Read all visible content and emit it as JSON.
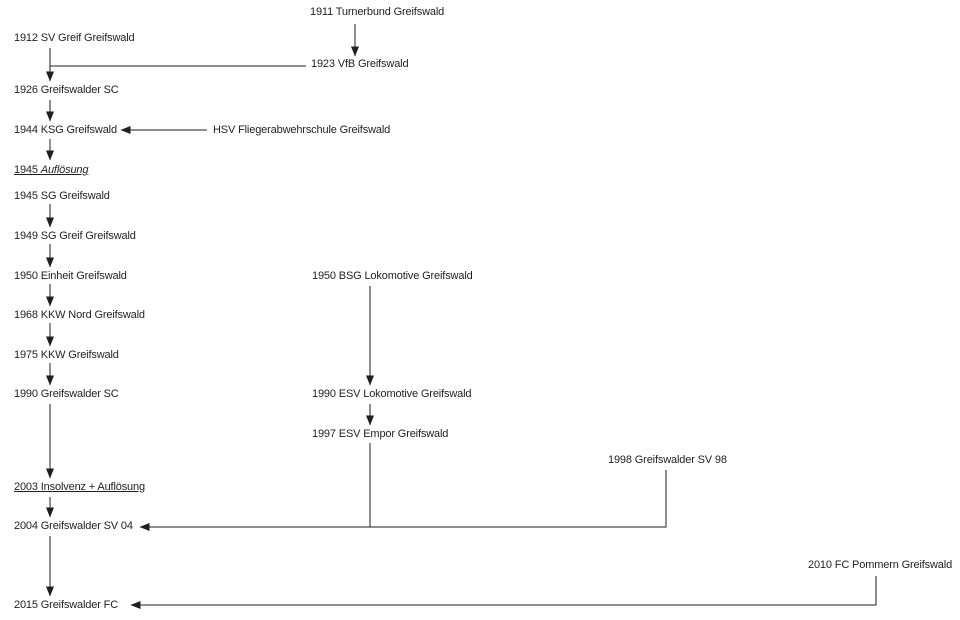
{
  "diagram": {
    "colors": {
      "background": "#ffffff",
      "text": "#1f1f1f",
      "line": "#1f1f1f"
    },
    "nodes": {
      "turnerbund_1911": {
        "label": "1911 Turnerbund Greifswald"
      },
      "sv_greif_1912": {
        "label": "1912 SV Greif Greifswald"
      },
      "vfb_1923": {
        "label": "1923 VfB Greifswald"
      },
      "gsc_1926": {
        "label": "1926 Greifswalder SC"
      },
      "ksg_1944": {
        "label": "1944 KSG Greifswald"
      },
      "hsv_flieger": {
        "label": "HSV Fliegerabwehrschule Greifswald"
      },
      "aufloesung_1945": {
        "year": "1945",
        "name": "Auflösung"
      },
      "sg_1945": {
        "label": "1945 SG Greifswald"
      },
      "sg_greif_1949": {
        "label": "1949 SG Greif Greifswald"
      },
      "einheit_1950": {
        "label": "1950 Einheit Greifswald"
      },
      "bsg_lok_1950": {
        "label": "1950 BSG Lokomotive Greifswald"
      },
      "kkw_nord_1968": {
        "label": "1968 KKW Nord Greifswald"
      },
      "kkw_1975": {
        "label": "1975 KKW Greifswald"
      },
      "gsc_1990": {
        "label": "1990 Greifswalder SC"
      },
      "esv_lok_1990": {
        "label": "1990 ESV Lokomotive Greifswald"
      },
      "esv_empor_1997": {
        "label": "1997 ESV Empor Greifswald"
      },
      "gsv98_1998": {
        "label": "1998 Greifswalder SV 98"
      },
      "insolvenz_2003": {
        "label": "2003 Insolvenz + Auflösung"
      },
      "gsv04_2004": {
        "label": "2004 Greifswalder SV 04"
      },
      "pommern_2010": {
        "label": "2010 FC Pommern Greifswald"
      },
      "gfc_2015": {
        "label": "2015 Greifswalder FC"
      }
    },
    "edges": [
      {
        "from": "1911 Turnerbund Greifswald",
        "to": "1923 VfB Greifswald"
      },
      {
        "from": "1912 SV Greif Greifswald",
        "to": "1926 Greifswalder SC"
      },
      {
        "from": "1923 VfB Greifswald",
        "to": "1926 Greifswalder SC"
      },
      {
        "from": "1926 Greifswalder SC",
        "to": "1944 KSG Greifswald"
      },
      {
        "from": "HSV Fliegerabwehrschule Greifswald",
        "to": "1944 KSG Greifswald"
      },
      {
        "from": "1944 KSG Greifswald",
        "to": "1945 Auflösung"
      },
      {
        "from": "1945 SG Greifswald",
        "to": "1949 SG Greif Greifswald"
      },
      {
        "from": "1949 SG Greif Greifswald",
        "to": "1950 Einheit Greifswald"
      },
      {
        "from": "1950 Einheit Greifswald",
        "to": "1968 KKW Nord Greifswald"
      },
      {
        "from": "1968 KKW Nord Greifswald",
        "to": "1975 KKW Greifswald"
      },
      {
        "from": "1975 KKW Greifswald",
        "to": "1990 Greifswalder SC"
      },
      {
        "from": "1990 Greifswalder SC",
        "to": "2003 Insolvenz + Auflösung"
      },
      {
        "from": "2003 Insolvenz + Auflösung",
        "to": "2004 Greifswalder SV 04"
      },
      {
        "from": "1950 BSG Lokomotive Greifswald",
        "to": "1990 ESV Lokomotive Greifswald"
      },
      {
        "from": "1990 ESV Lokomotive Greifswald",
        "to": "1997 ESV Empor Greifswald"
      },
      {
        "from": "1997 ESV Empor Greifswald",
        "to": "2004 Greifswalder SV 04"
      },
      {
        "from": "1998 Greifswalder SV 98",
        "to": "2004 Greifswalder SV 04"
      },
      {
        "from": "2004 Greifswalder SV 04",
        "to": "2015 Greifswalder FC"
      },
      {
        "from": "2010 FC Pommern Greifswald",
        "to": "2015 Greifswalder FC"
      }
    ]
  }
}
